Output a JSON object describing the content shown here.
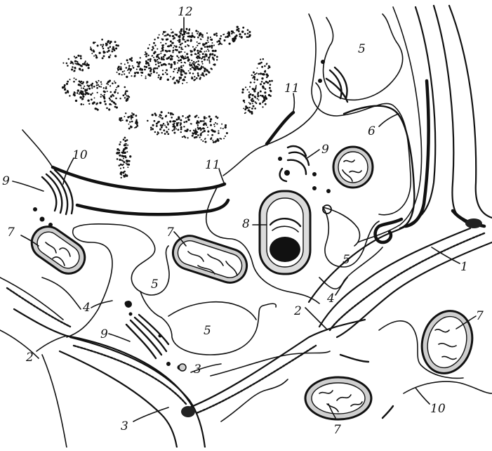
{
  "labels": {
    "l1": "1",
    "l2a": "2",
    "l2b": "2",
    "l3a": "3",
    "l3b": "3",
    "l4a": "4",
    "l4b": "4",
    "l5a": "5",
    "l5b": "5",
    "l5c": "5",
    "l5d": "5",
    "l6": "6",
    "l7a": "7",
    "l7b": "7",
    "l7c": "7",
    "l7d": "7",
    "l8": "8",
    "l9a": "9",
    "l9b": "9",
    "l9c": "9",
    "l10a": "10",
    "l10b": "10",
    "l11a": "11",
    "l11b": "11",
    "l12": "12"
  },
  "colors": {
    "ink": "#111111",
    "background": "#ffffff",
    "mito_fill": "#cfcfcf",
    "plastid_starch": "#111111"
  }
}
